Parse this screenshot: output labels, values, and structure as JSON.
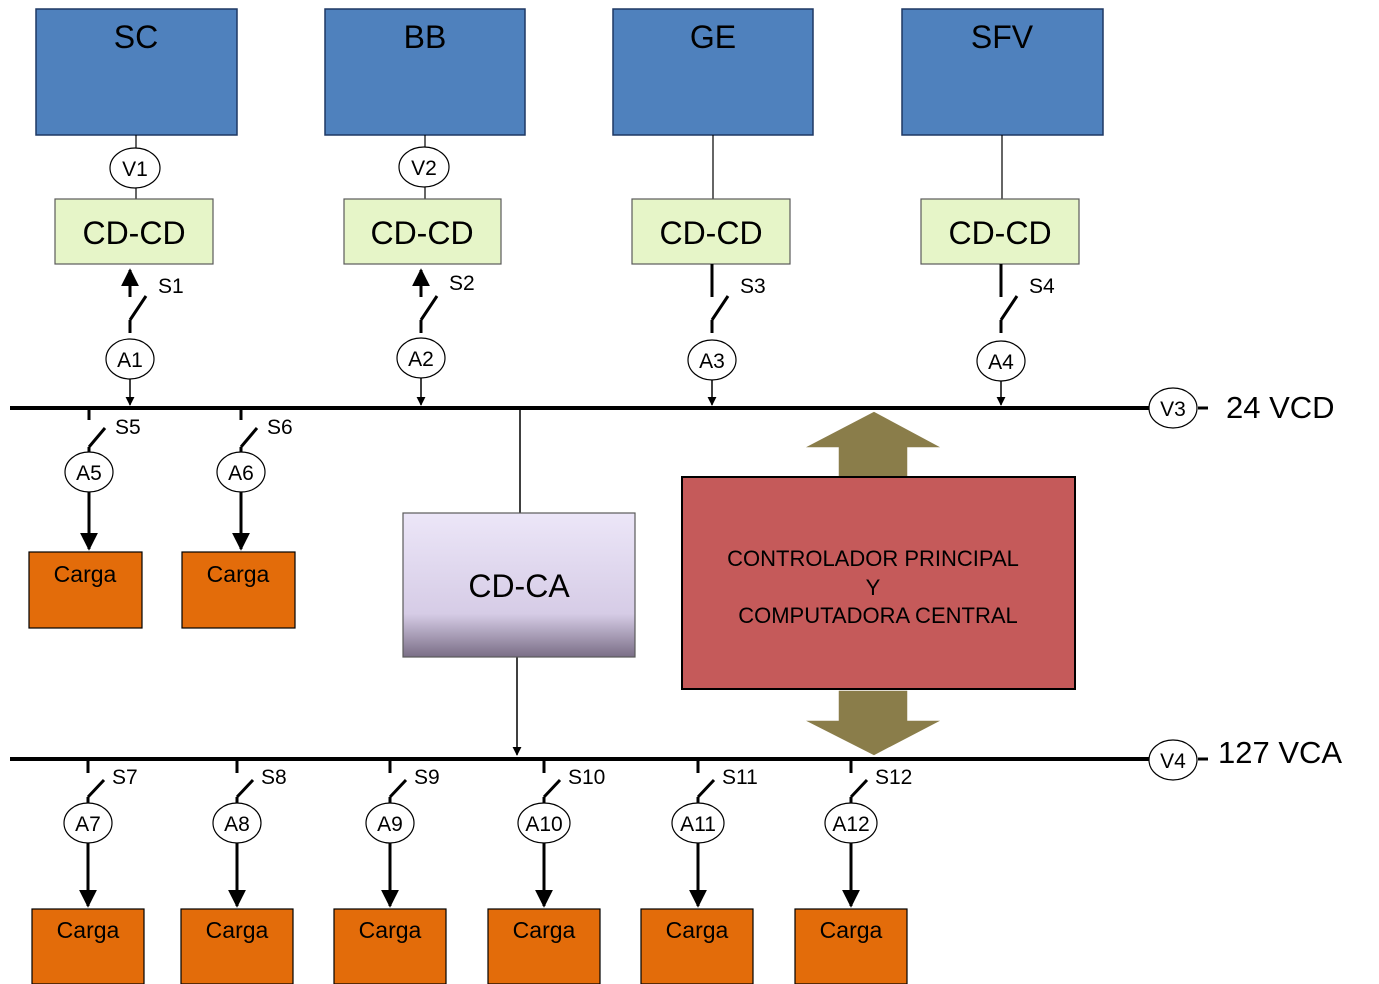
{
  "sources": [
    {
      "label": "SC"
    },
    {
      "label": "BB"
    },
    {
      "label": "GE"
    },
    {
      "label": "SFV"
    }
  ],
  "dc_converters": [
    {
      "label": "CD-CD"
    },
    {
      "label": "CD-CD"
    },
    {
      "label": "CD-CD"
    },
    {
      "label": "CD-CD"
    }
  ],
  "voltmeters": [
    "V1",
    "V2",
    "V3",
    "V4"
  ],
  "ammeters": [
    "A1",
    "A2",
    "A3",
    "A4",
    "A5",
    "A6",
    "A7",
    "A8",
    "A9",
    "A10",
    "A11",
    "A12"
  ],
  "switches": [
    "S1",
    "S2",
    "S3",
    "S4",
    "S5",
    "S6",
    "S7",
    "S8",
    "S9",
    "S10",
    "S11",
    "S12"
  ],
  "buses": {
    "dc": "24 VCD",
    "ac": "127 VCA"
  },
  "inverter": {
    "label": "CD-CA"
  },
  "controller": {
    "line1": "CONTROLADOR PRINCIPAL",
    "line2": "Y",
    "line3": "COMPUTADORA CENTRAL"
  },
  "load_label": "Carga",
  "colors": {
    "source_fill": "#4f81bd",
    "converter_fill": "#e6f5c8",
    "load_fill": "#e36c0a",
    "controller_fill": "#c0504d",
    "arrow_fill": "#8a7d4a",
    "inverter_top": "#ece6f8",
    "inverter_bottom": "#7a6e86"
  }
}
